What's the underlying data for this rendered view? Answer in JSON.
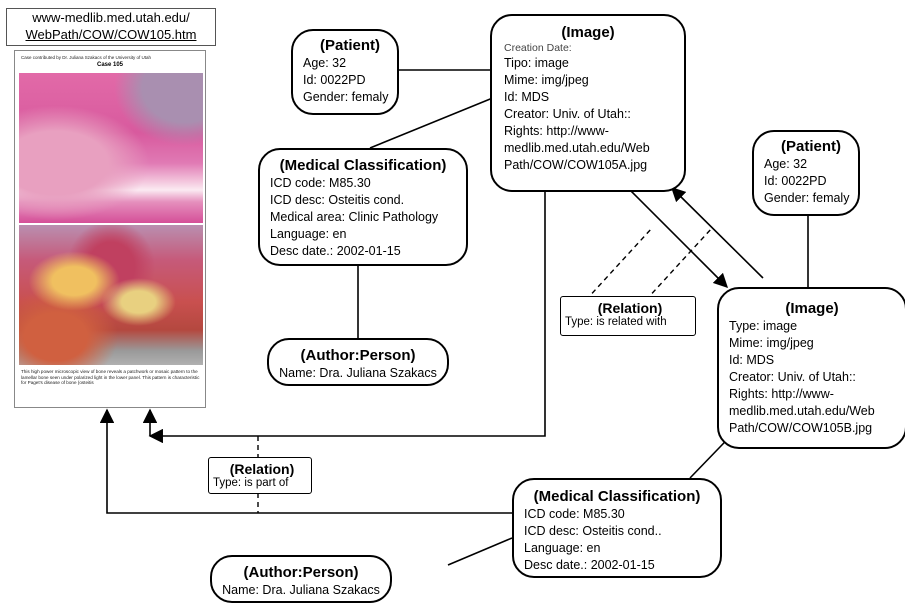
{
  "source": {
    "url_line1": "www-medlib.med.utah.edu/",
    "url_line2": "WebPath/COW/COW105.htm",
    "page_caption": "Case contributed by Dr. Juliana Szakacs of the University of Utah",
    "page_case": "Case 105",
    "page_text": "This high power microscopic view of bone reveals a patchwork or mosaic pattern to the lamellar bone seen under polarized light in the lower panel. This pattern is characteristic for Paget's disease of bone (osteitis"
  },
  "patient_1": {
    "title": "(Patient)",
    "lines": [
      "Age: 32",
      "Id: 0022PD",
      "Gender: femaly"
    ]
  },
  "image_a": {
    "title": "(Image)",
    "creation_date": "Creation Date:",
    "lines": [
      "Tipo: image",
      "Mime: img/jpeg",
      "Id: MDS",
      "Creator: Univ. of Utah::",
      "Rights: http://www-",
      "medlib.med.utah.edu/Web",
      "Path/COW/COW105A.jpg"
    ]
  },
  "medical_1": {
    "title": "(Medical Classification)",
    "lines": [
      "ICD code: M85.30",
      "ICD desc: Osteitis cond.",
      "Medical area: Clinic Pathology",
      "Language: en",
      "Desc date.: 2002-01-15"
    ]
  },
  "author_1": {
    "title": "(Author:Person)",
    "lines": [
      "Name: Dra. Juliana Szakacs"
    ]
  },
  "patient_2": {
    "title": "(Patient)",
    "lines": [
      "Age: 32",
      "Id: 0022PD",
      "Gender: femaly"
    ]
  },
  "image_b": {
    "title": "(Image)",
    "lines": [
      "Type: image",
      "Mime: img/jpeg",
      "Id: MDS",
      "Creator: Univ. of Utah::",
      "Rights: http://www-",
      "medlib.med.utah.edu/Web",
      "Path/COW/COW105B.jpg"
    ]
  },
  "relation_related": {
    "title": "(Relation)",
    "type": "Type: is related with"
  },
  "relation_part": {
    "title": "(Relation)",
    "type": "Type: is part of"
  },
  "medical_2": {
    "title": "(Medical Classification)",
    "lines": [
      "ICD code: M85.30",
      "ICD desc: Osteitis cond..",
      "Language: en",
      "Desc date.: 2002-01-15"
    ]
  },
  "author_2": {
    "title": "(Author:Person)",
    "lines": [
      "Name: Dra. Juliana Szakacs"
    ]
  }
}
